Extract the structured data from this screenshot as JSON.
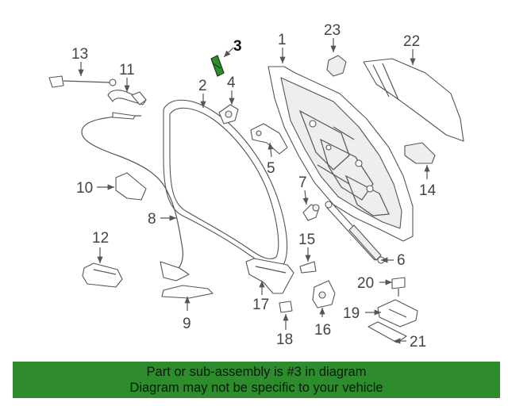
{
  "diagram": {
    "highlight_color": "#2e8b2e",
    "callouts": [
      {
        "id": "c1",
        "label": "1"
      },
      {
        "id": "c2",
        "label": "2"
      },
      {
        "id": "c3",
        "label": "3",
        "highlighted": true
      },
      {
        "id": "c4",
        "label": "4"
      },
      {
        "id": "c5",
        "label": "5"
      },
      {
        "id": "c6",
        "label": "6"
      },
      {
        "id": "c7",
        "label": "7"
      },
      {
        "id": "c8",
        "label": "8"
      },
      {
        "id": "c9",
        "label": "9"
      },
      {
        "id": "c10",
        "label": "10"
      },
      {
        "id": "c11",
        "label": "11"
      },
      {
        "id": "c12",
        "label": "12"
      },
      {
        "id": "c13",
        "label": "13"
      },
      {
        "id": "c14",
        "label": "14"
      },
      {
        "id": "c15",
        "label": "15"
      },
      {
        "id": "c16",
        "label": "16"
      },
      {
        "id": "c17",
        "label": "17"
      },
      {
        "id": "c18",
        "label": "18"
      },
      {
        "id": "c19",
        "label": "19"
      },
      {
        "id": "c20",
        "label": "20"
      },
      {
        "id": "c21",
        "label": "21"
      },
      {
        "id": "c22",
        "label": "22"
      },
      {
        "id": "c23",
        "label": "23"
      }
    ]
  },
  "banner": {
    "background": "#2e8b2e",
    "line1": "Part or sub-assembly is #3 in diagram",
    "line2": "Diagram may not be specific to your vehicle"
  }
}
